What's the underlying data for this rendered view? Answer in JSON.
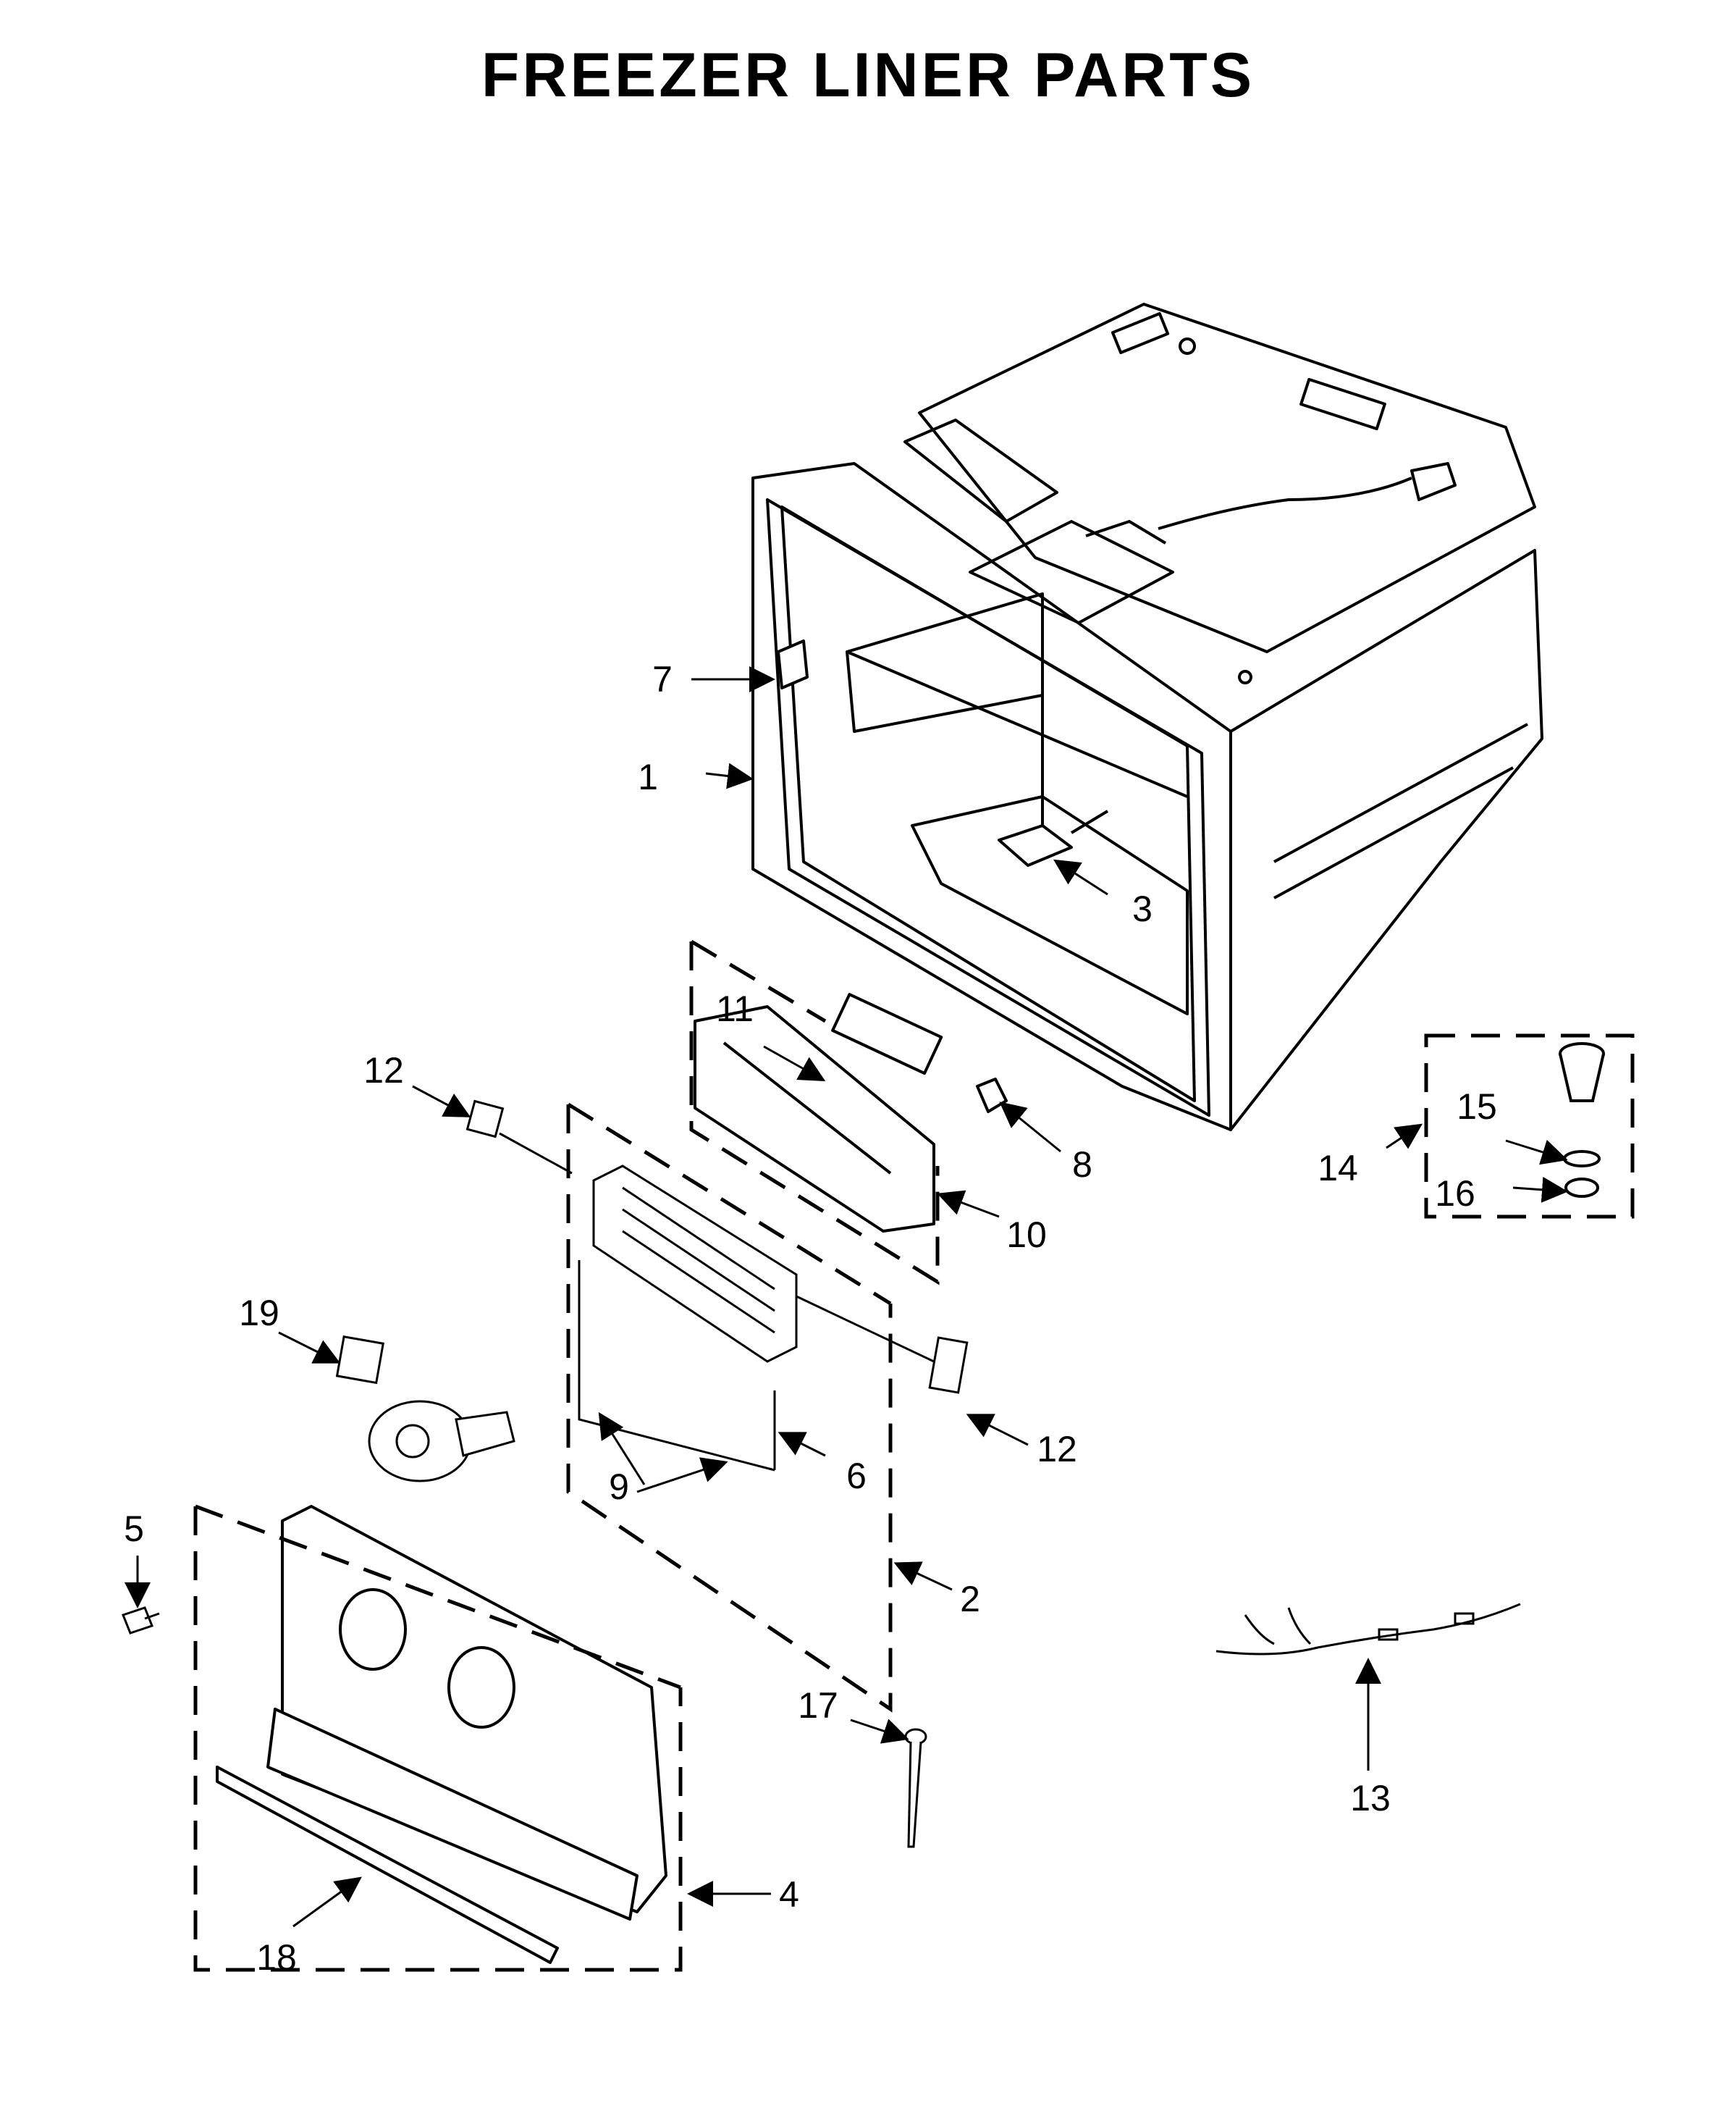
{
  "title": "FREEZER LINER PARTS",
  "callouts": {
    "c1": "1",
    "c2": "2",
    "c3": "3",
    "c4": "4",
    "c5": "5",
    "c6": "6",
    "c7": "7",
    "c8": "8",
    "c9": "9",
    "c10": "10",
    "c11": "11",
    "c12a": "12",
    "c12b": "12",
    "c13": "13",
    "c14": "14",
    "c15": "15",
    "c16": "16",
    "c17": "17",
    "c18": "18",
    "c19": "19"
  }
}
